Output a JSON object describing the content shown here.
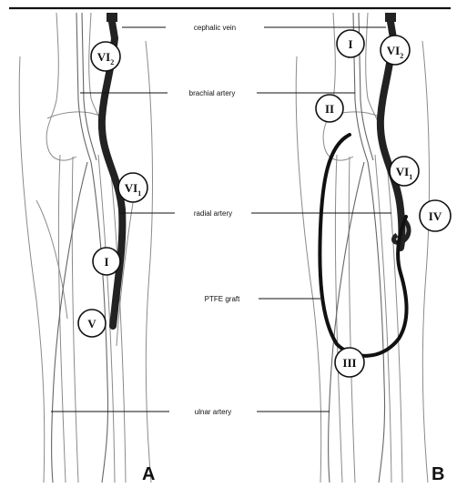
{
  "labels": {
    "cephalic_vein": "cephalic vein",
    "brachial_artery": "brachial artery",
    "radial_artery": "radial artery",
    "ptfe_graft": "PTFE graft",
    "ulnar_artery": "ulnar artery"
  },
  "panels": {
    "a": "A",
    "b": "B"
  },
  "markers_a": [
    {
      "main": "VI",
      "sub": "2"
    },
    {
      "main": "VI",
      "sub": "1"
    },
    {
      "main": "I",
      "sub": ""
    },
    {
      "main": "V",
      "sub": ""
    }
  ],
  "markers_b": [
    {
      "main": "I",
      "sub": ""
    },
    {
      "main": "VI",
      "sub": "2"
    },
    {
      "main": "II",
      "sub": ""
    },
    {
      "main": "VI",
      "sub": "1"
    },
    {
      "main": "IV",
      "sub": ""
    },
    {
      "main": "III",
      "sub": ""
    }
  ],
  "colors": {
    "ink": "#111111",
    "vessel_outline": "#8a8a8a",
    "vein_fill": "#222222"
  }
}
